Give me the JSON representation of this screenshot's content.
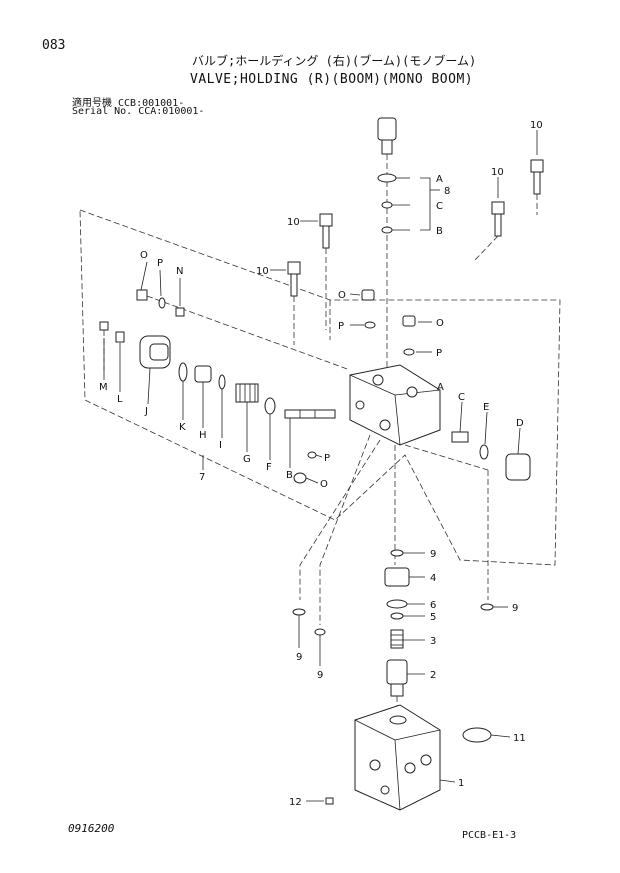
{
  "header": {
    "page_number": "083",
    "title_jp": "バルブ;ホールディング (右)(ブーム)(モノブーム)",
    "title_en": "VALVE;HOLDING (R)(BOOM)(MONO BOOM)",
    "serial_line1": "適用号機 CCB:001001-",
    "serial_line2": "Serial No. CCA:010001-"
  },
  "callouts": {
    "n1": "1",
    "n2": "2",
    "n3": "3",
    "n4": "4",
    "n5": "5",
    "n6": "6",
    "n7": "7",
    "n8": "8",
    "n9": "9",
    "n10": "10",
    "n11": "11",
    "n12": "12",
    "A": "A",
    "B": "B",
    "C": "C",
    "D": "D",
    "E": "E",
    "F": "F",
    "G": "G",
    "H": "H",
    "I": "I",
    "J": "J",
    "K": "K",
    "L": "L",
    "M": "M",
    "N": "N",
    "O": "O",
    "P": "P"
  },
  "footer": {
    "left_code": "0916200",
    "right_code": "PCCB-E1-3"
  }
}
